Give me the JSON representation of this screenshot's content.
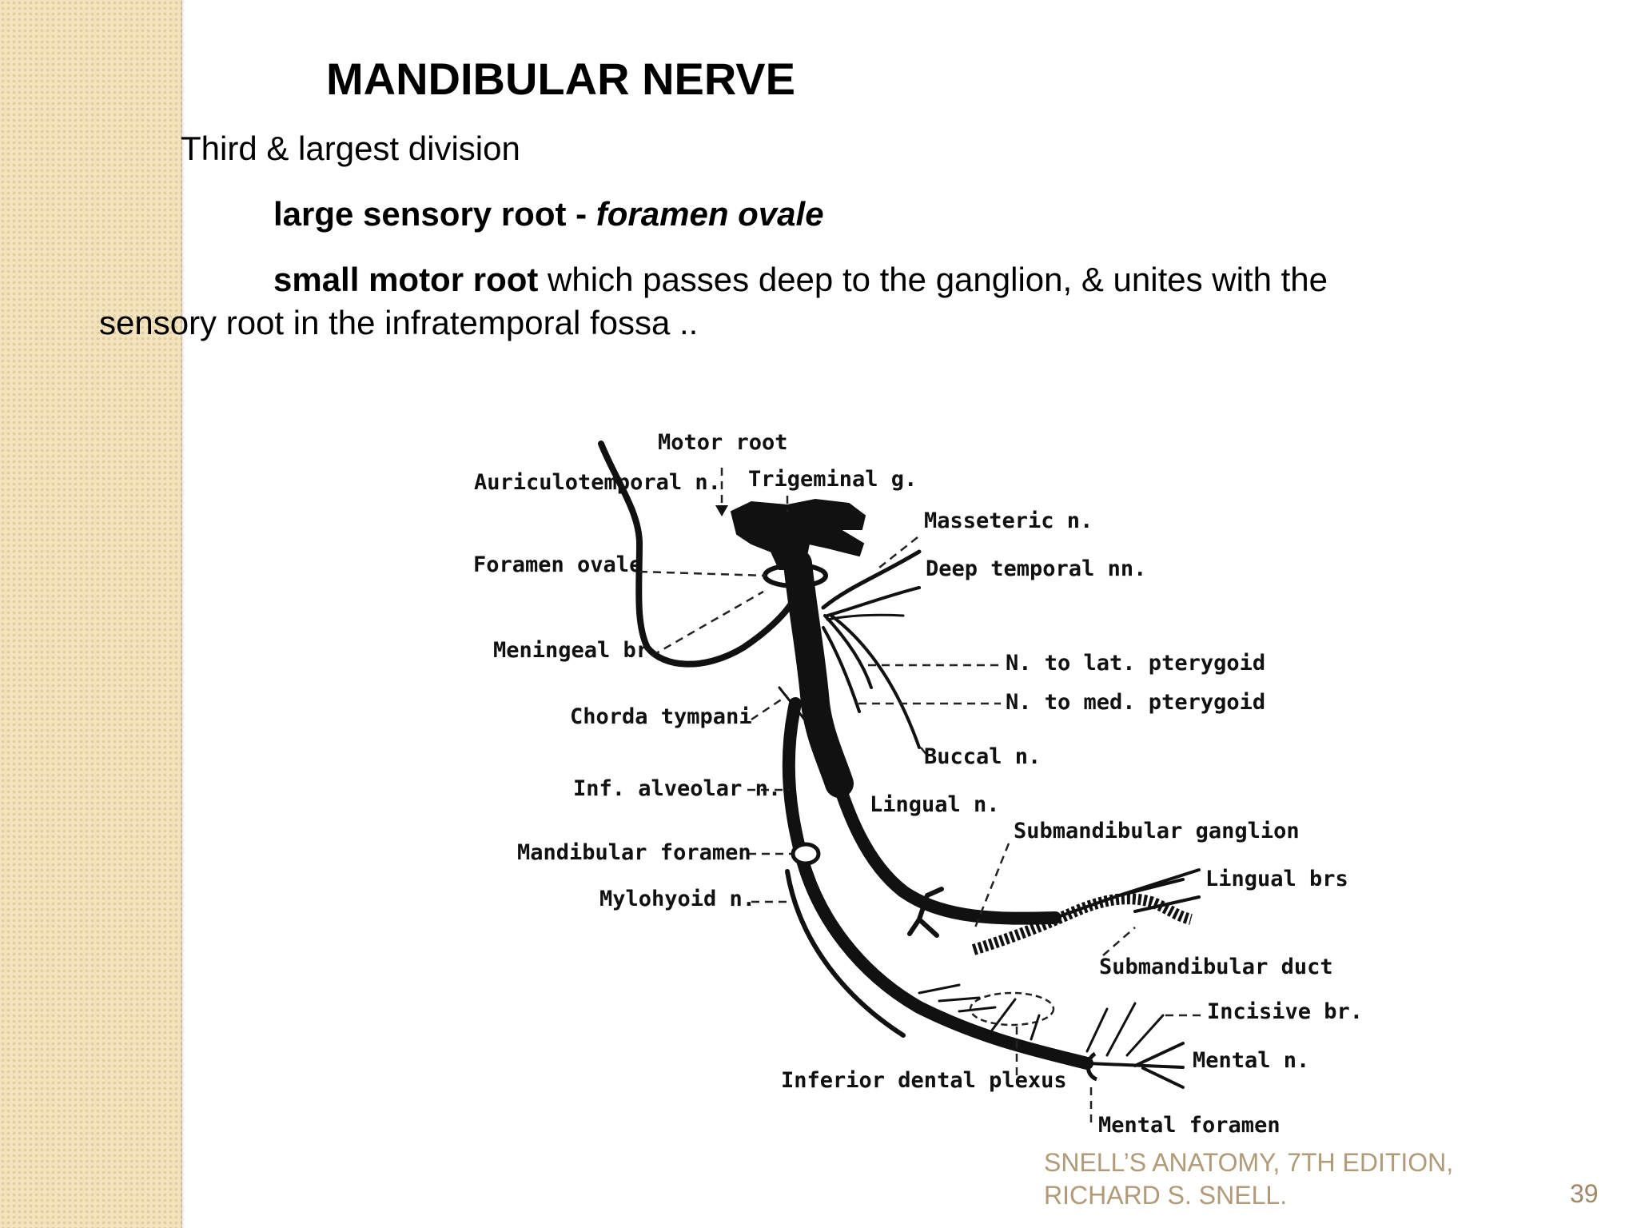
{
  "slide": {
    "title": "MANDIBULAR NERVE",
    "line1": "Third & largest division",
    "line2_bold": "large sensory root - ",
    "line2_italic": "foramen ovale",
    "line3_bold": "small motor root",
    "line3_rest": " which passes deep to the ganglion, & unites with the",
    "line4": "sensory root in the infratemporal fossa .."
  },
  "diagram": {
    "labels": {
      "motor_root": "Motor root",
      "trigeminal_g": "Trigeminal g.",
      "auriculotemporal": "Auriculotemporal n.",
      "masseteric": "Masseteric n.",
      "foramen_ovale": "Foramen ovale",
      "deep_temporal": "Deep temporal nn.",
      "meningeal": "Meningeal br.",
      "lat_pterygoid": "N. to lat. pterygoid",
      "med_pterygoid": "N. to med. pterygoid",
      "chorda_tympani": "Chorda tympani",
      "buccal": "Buccal n.",
      "inf_alveolar": "Inf. alveolar n.",
      "lingual": "Lingual n.",
      "submandibular_ganglion": "Submandibular ganglion",
      "mandibular_foramen": "Mandibular foramen",
      "lingual_brs": "Lingual brs",
      "mylohyoid": "Mylohyoid n.",
      "submandibular_duct": "Submandibular duct",
      "incisive": "Incisive br.",
      "mental_n": "Mental n.",
      "inferior_dental_plexus": "Inferior dental plexus",
      "mental_foramen": "Mental foramen"
    }
  },
  "footer": {
    "citation_line1": "SNELL’S ANATOMY, 7TH EDITION,",
    "citation_line2": "RICHARD S. SNELL.",
    "page_number": "39"
  },
  "colors": {
    "strip_base": "#f3e4bf",
    "strip_dots": "#e3cf9c",
    "citation": "#b09a78"
  }
}
